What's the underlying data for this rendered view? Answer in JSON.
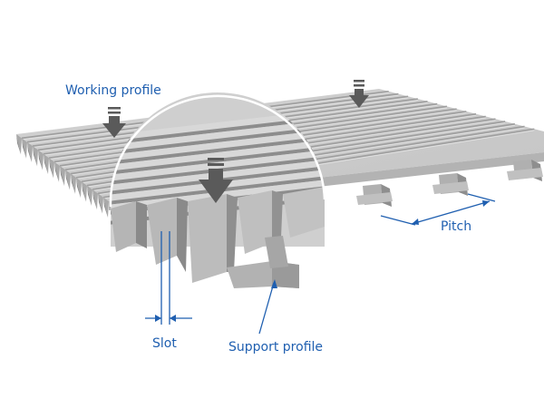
{
  "labels": {
    "working_profile": "Working profile",
    "pitch": "Pitch",
    "slot": "Slot",
    "support_profile": "Support profile"
  },
  "colors": {
    "annotation": "#1f5fb0",
    "bar_top": "#d6d6d6",
    "bar_side": "#9a9a9a",
    "bar_front": "#b9b9b9",
    "arrow": "#5a5a5a",
    "magnifier_outline": "#ffffff"
  },
  "icons": {
    "flow_arrow": "down-arrow-icon"
  }
}
